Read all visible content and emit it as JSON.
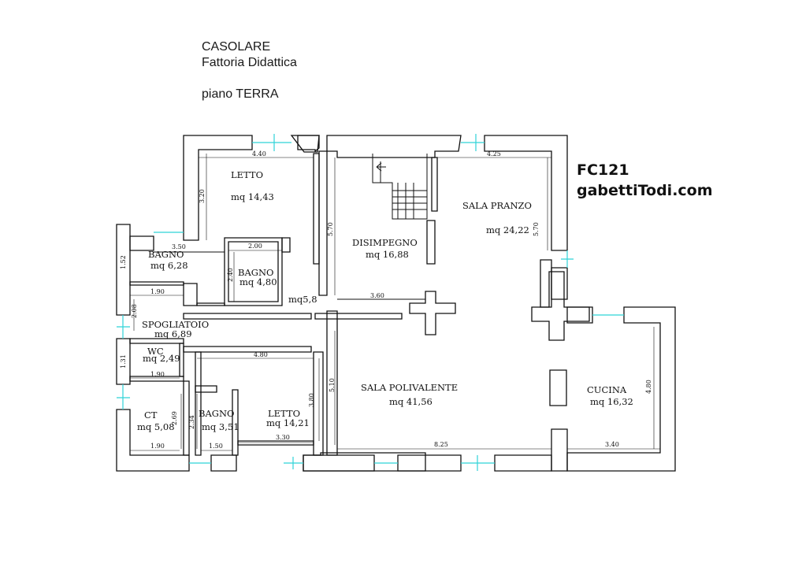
{
  "header": {
    "title": "CASOLARE",
    "subtitle": "Fattoria Didattica",
    "floor": "piano TERRA"
  },
  "brand": {
    "code": "FC121",
    "site": "gabettiTodi.com"
  },
  "rooms": {
    "letto_top": {
      "name": "LETTO",
      "area": "mq 14,43"
    },
    "bagno_left": {
      "name": "BAGNO",
      "area": "mq 6,28"
    },
    "bagno_mid": {
      "name": "BAGNO",
      "area": "mq 4,80"
    },
    "disimpegno": {
      "name": "DISIMPEGNO",
      "area": "mq 16,88"
    },
    "sala_pranzo": {
      "name": "SALA PRANZO",
      "area": "mq 24,22"
    },
    "corridor": {
      "area": "mq5,8"
    },
    "spogliatoio": {
      "name": "SPOGLIATOIO",
      "area": "mq 6,89"
    },
    "wc": {
      "name": "WC",
      "area": "mq 2,49"
    },
    "ct": {
      "name": "CT",
      "area": "mq 5,08"
    },
    "bagno_bottom": {
      "name": "BAGNO",
      "area": "mq 3,51"
    },
    "letto_bottom": {
      "name": "LETTO",
      "area": "mq 14,21"
    },
    "sala_polivalente": {
      "name": "SALA POLIVALENTE",
      "area": "mq 41,56"
    },
    "cucina": {
      "name": "CUCINA",
      "area": "mq 16,32"
    }
  },
  "dimensions": {
    "d440": "4.40",
    "d425": "4.25",
    "d320": "3.20",
    "d570a": "5.70",
    "d570b": "5.70",
    "d350": "3.50",
    "d200": "2.00",
    "d152": "1.52",
    "d240": "2.40",
    "d190a": "1.90",
    "d208": "2.08",
    "d360": "3.60",
    "d480a": "4.80",
    "d131": "1.31",
    "d190b": "1.90",
    "d510": "5.10",
    "d380": "3.80",
    "d480b": "4.80",
    "d269": "2.69",
    "d234": "2.34",
    "d330": "3.30",
    "d190c": "1.90",
    "d150": "1.50",
    "d825": "8.25",
    "d340": "3.40"
  },
  "colors": {
    "wall": "#111111",
    "window": "#2fd3d8"
  }
}
